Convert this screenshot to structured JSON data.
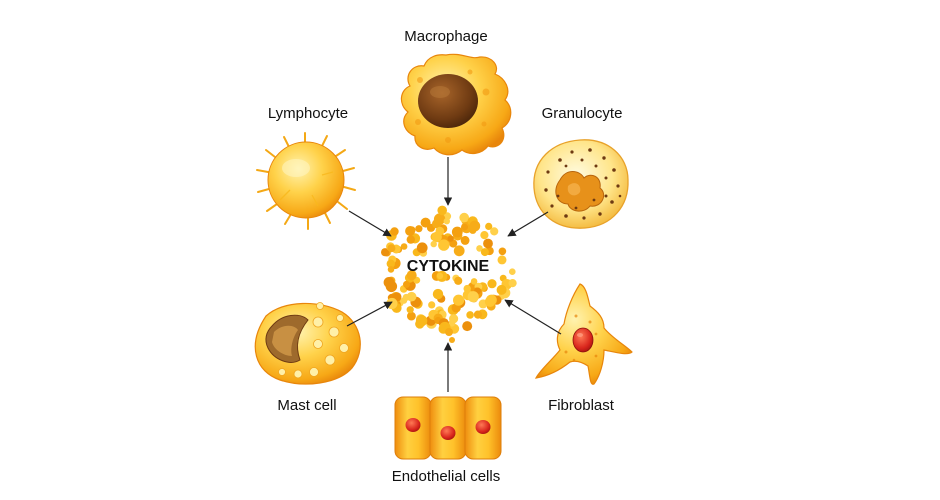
{
  "center": {
    "label": "CYTOKINE"
  },
  "cells": {
    "macrophage": {
      "label": "Macrophage"
    },
    "lymphocyte": {
      "label": "Lymphocyte"
    },
    "granulocyte": {
      "label": "Granulocyte"
    },
    "mast_cell": {
      "label": "Mast cell"
    },
    "fibroblast": {
      "label": "Fibroblast"
    },
    "endothelial": {
      "label": "Endothelial cells"
    }
  },
  "colors": {
    "cell_light": "#ffe27a",
    "cell_mid": "#f9b81c",
    "cell_dark": "#ec8a0c",
    "nucleus_brown": "#7a4216",
    "nucleus_red": "#d9261c",
    "arrow": "#222222"
  }
}
